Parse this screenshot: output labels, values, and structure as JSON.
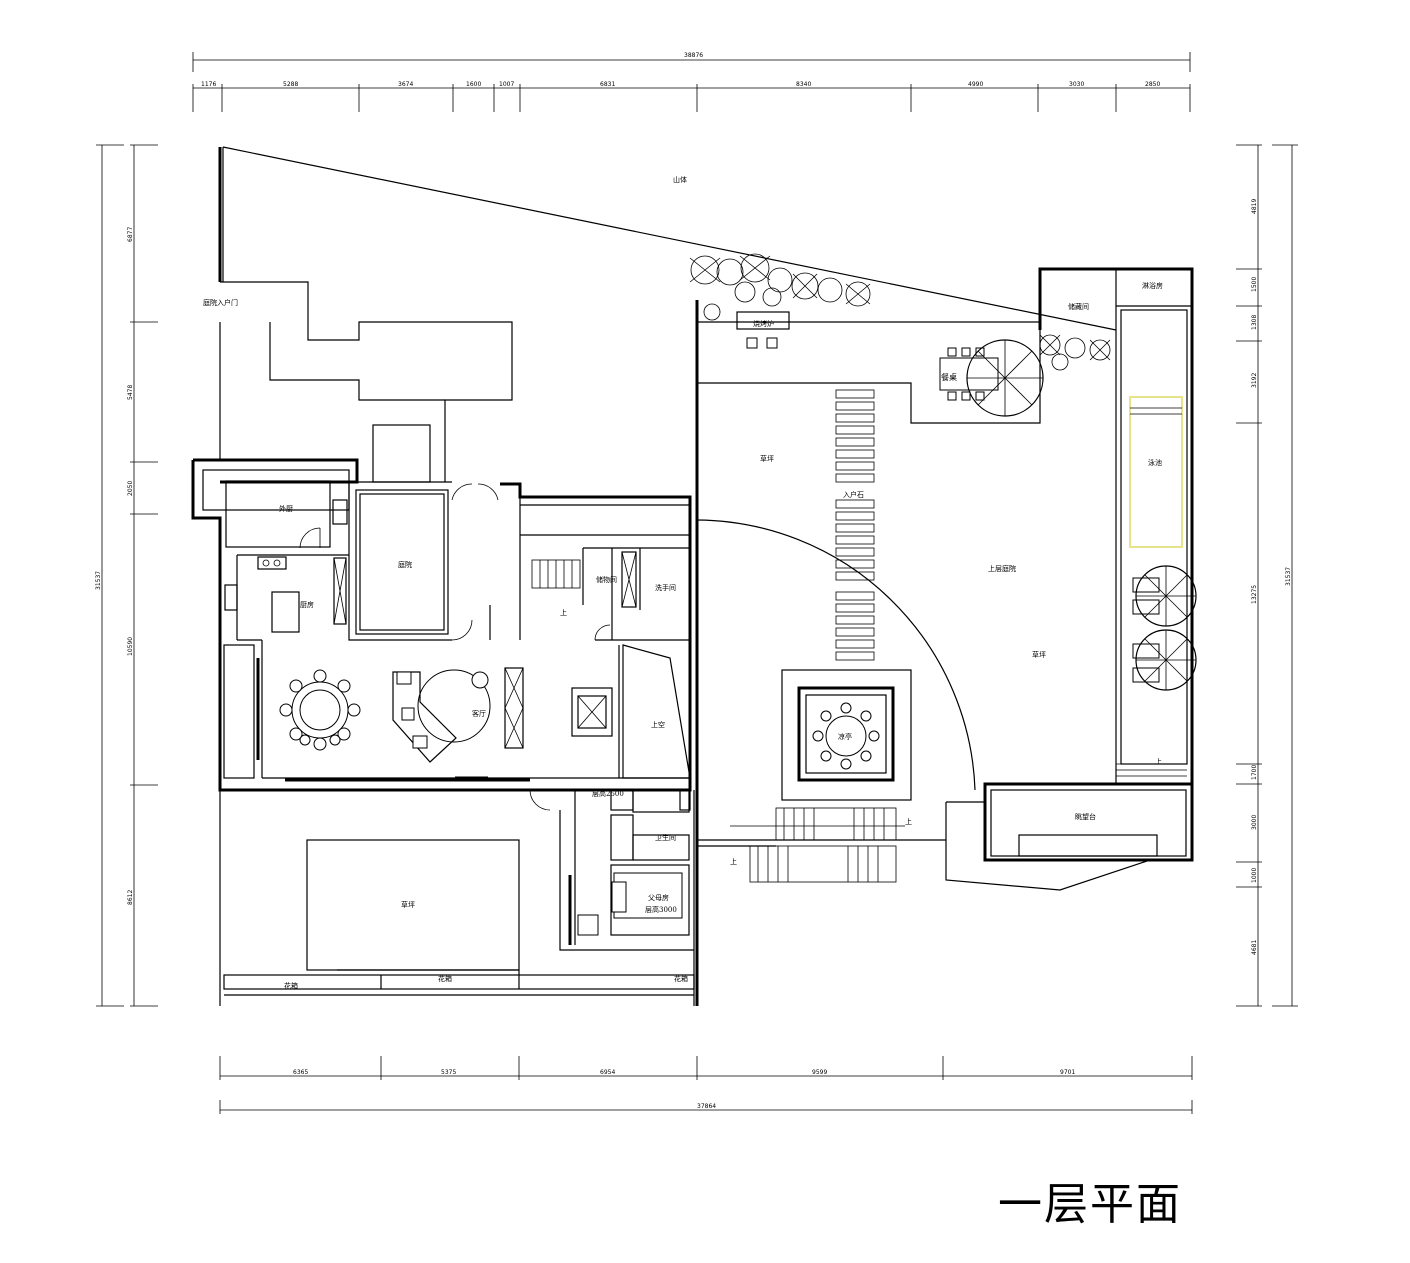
{
  "title": "一层平面",
  "dimensions": {
    "top_total": "38876",
    "top": [
      "1176",
      "5288",
      "3674",
      "1600",
      "1007",
      "6831",
      "8340",
      "4990",
      "3030",
      "2850"
    ],
    "bottom_total": "37864",
    "bottom": [
      "6365",
      "5375",
      "6954",
      "9599",
      "9701"
    ],
    "left_total": "31537",
    "left": [
      "6877",
      "5478",
      "2050",
      "10590",
      "8612"
    ],
    "right_total": "31537",
    "right": [
      "4819",
      "1500",
      "1308",
      "3192",
      "13275",
      "1700",
      "3000",
      "1000",
      "4681"
    ]
  },
  "rooms": {
    "mountain": "山体",
    "yard_entrance": "庭院入户门",
    "bbq": "烧烤炉",
    "storage_top": "储藏间",
    "shower": "淋浴房",
    "dining_table": "餐桌",
    "lawn_upper_left": "草坪",
    "pool": "泳池",
    "upper_courtyard": "上层庭院",
    "lawn_upper_right": "草坪",
    "outer_kitchen": "外厨",
    "courtyard": "庭院",
    "storage": "储物间",
    "washroom": "洗手间",
    "up_stair_1": "上",
    "kitchen": "厨房",
    "living_room": "客厅",
    "void": "上空",
    "stepping_stones": "入户石",
    "pavilion": "凉亭",
    "observation_deck": "眺望台",
    "up_stair_2": "上",
    "up_stair_3": "上",
    "up_stair_4": "上",
    "height_note_1": "层高2500",
    "bathroom": "卫生间",
    "parents_room": "父母房",
    "parents_height": "层高3000",
    "lawn_lower": "草坪",
    "planter_1": "花箱",
    "planter_2": "花箱",
    "planter_3": "花箱"
  }
}
